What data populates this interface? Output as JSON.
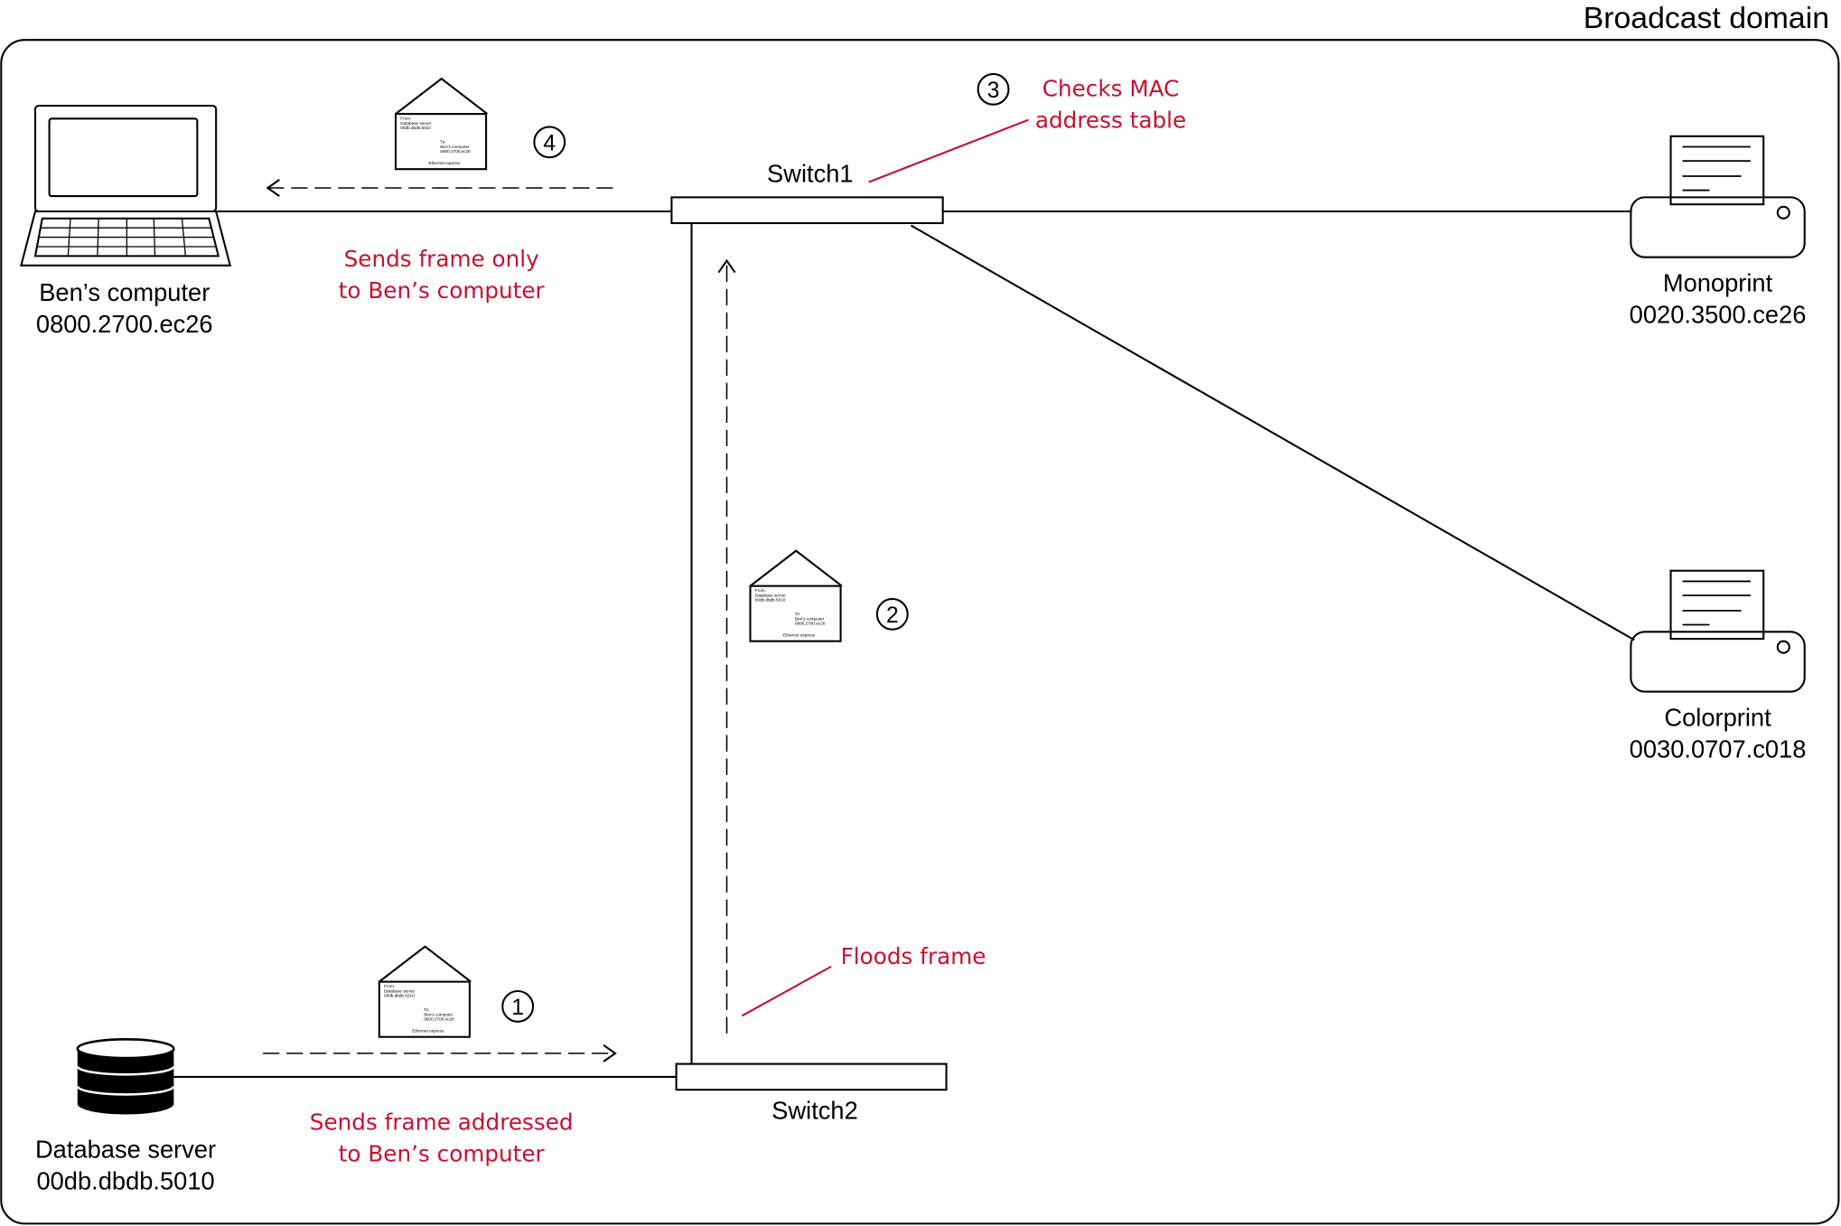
{
  "title": "Broadcast domain",
  "devices": {
    "bens_computer": {
      "name": "Ben’s computer",
      "mac": "0800.2700.ec26"
    },
    "database_server": {
      "name": "Database server",
      "mac": "00db.dbdb.5010"
    },
    "monoprint": {
      "name": "Monoprint",
      "mac": "0020.3500.ce26"
    },
    "colorprint": {
      "name": "Colorprint",
      "mac": "0030.0707.c018"
    },
    "switch1": {
      "name": "Switch1"
    },
    "switch2": {
      "name": "Switch2"
    }
  },
  "steps": [
    {
      "number": "1",
      "text": [
        "Sends frame addressed",
        "to Ben’s computer"
      ]
    },
    {
      "number": "2",
      "text": [
        "Floods frame"
      ]
    },
    {
      "number": "3",
      "text": [
        "Checks MAC",
        "address table"
      ]
    },
    {
      "number": "4",
      "text": [
        "Sends frame only",
        "to Ben’s computer"
      ]
    }
  ],
  "envelope": {
    "from_label": "From:",
    "from_name": "Database server",
    "from_mac": "00db.dbdb.5010",
    "to_label": "To:",
    "to_name": "Ben's computer",
    "to_mac": "0800.2700.ec26",
    "footer": "Ethernet express"
  },
  "colors": {
    "annotation": "#c8102e",
    "line": "#000000"
  }
}
